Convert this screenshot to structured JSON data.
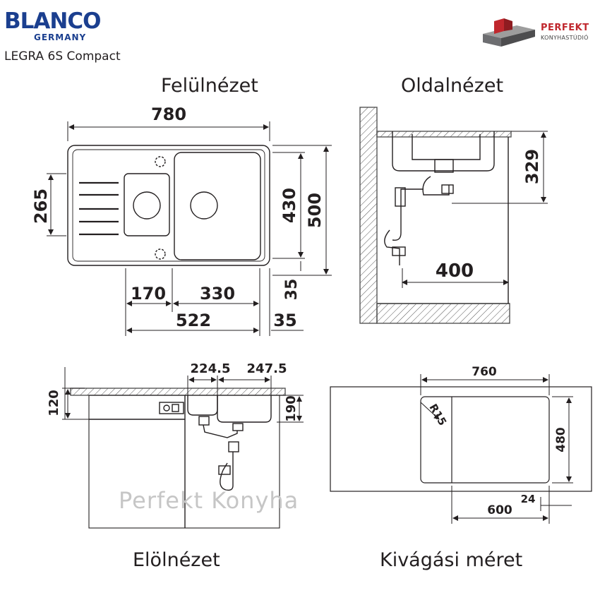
{
  "header": {
    "brand": "BLANCO",
    "brand_country": "GERMANY",
    "model": "LEGRA 6S Compact",
    "partner_name": "PERFEKT",
    "partner_sub": "KONYHASTÚDIÓ"
  },
  "views": {
    "top": "Felülnézet",
    "side": "Oldalnézet",
    "front": "Elölnézet",
    "cutout": "Kivágási méret"
  },
  "dimensions": {
    "top_width": "780",
    "top_depth_outer": "500",
    "top_depth_inner": "430",
    "top_left_height": "265",
    "top_bowl_small": "170",
    "top_bowl_large": "330",
    "top_bowls_total": "522",
    "top_edge_right": "35",
    "top_edge_bottom": "35",
    "side_height": "329",
    "side_depth": "400",
    "front_thickness": "120",
    "front_bowl_depth": "190",
    "front_drain_left": "224.5",
    "front_drain_right": "247.5",
    "cutout_width": "760",
    "cutout_depth": "480",
    "cutout_radius": "R15",
    "cutout_offset": "600",
    "cutout_small": "24"
  },
  "watermark": "Perfekt Konyha"
}
